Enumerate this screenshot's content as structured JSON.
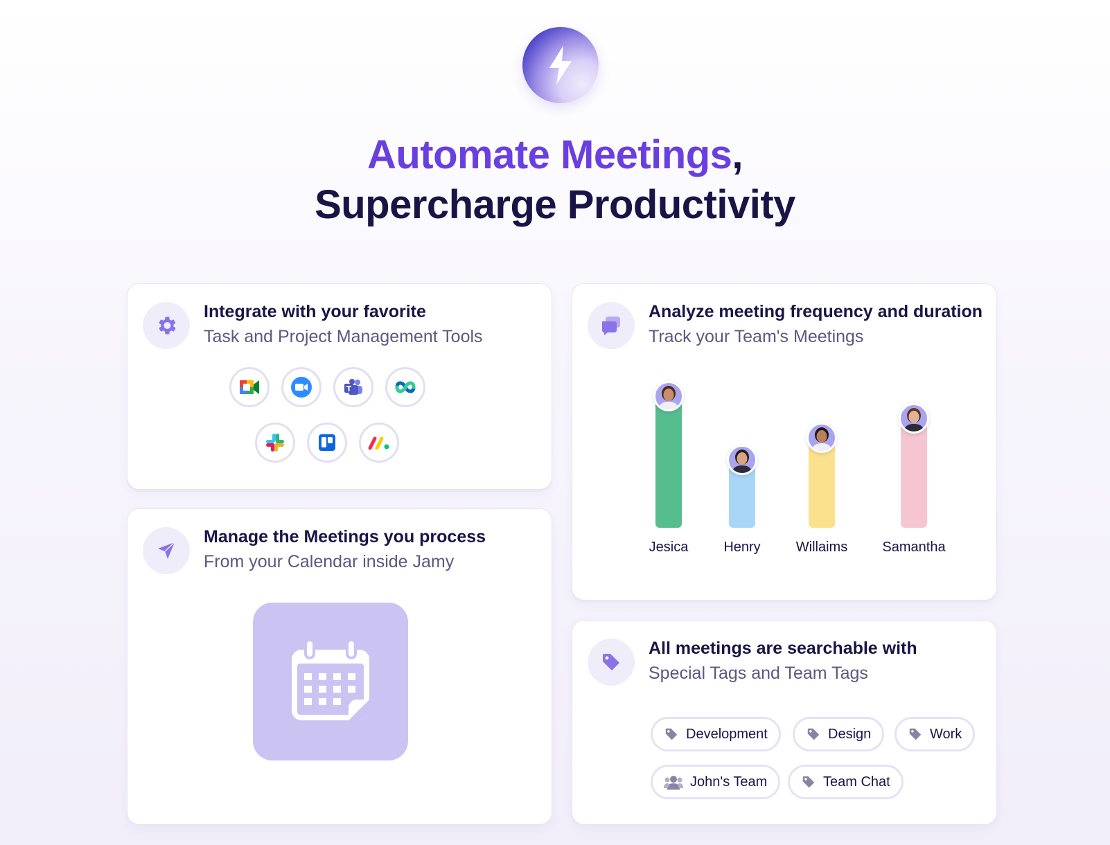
{
  "hero": {
    "accent": "Automate Meetings",
    "comma": ",",
    "line2": "Supercharge Productivity"
  },
  "cards": {
    "integrate": {
      "title": "Integrate with your favorite",
      "subtitle": "Task and Project Management Tools",
      "icon": "gear-icon",
      "tools": [
        "google-meet-icon",
        "zoom-icon",
        "microsoft-teams-icon",
        "webex-icon",
        "slack-icon",
        "trello-icon",
        "monday-icon"
      ]
    },
    "analyze": {
      "title": "Analyze meeting frequency and duration",
      "subtitle": "Track your Team's Meetings",
      "icon": "chat-bubbles-icon"
    },
    "manage": {
      "title": "Manage the Meetings you process",
      "subtitle": "From your Calendar inside Jamy",
      "icon": "paper-plane-icon",
      "illustration": "calendar-icon"
    },
    "search": {
      "title": "All meetings are searchable with",
      "subtitle": "Special Tags and Team Tags",
      "icon": "tag-icon",
      "tags": [
        {
          "label": "Development",
          "icon": "tag-icon"
        },
        {
          "label": "Design",
          "icon": "tag-icon"
        },
        {
          "label": "Work",
          "icon": "tag-icon"
        },
        {
          "label": "John's Team",
          "icon": "team-icon"
        },
        {
          "label": "Team Chat",
          "icon": "tag-icon"
        }
      ]
    }
  },
  "chart_data": {
    "type": "bar",
    "categories": [
      "Jesica",
      "Henry",
      "Willaims",
      "Samantha"
    ],
    "values": [
      92,
      46,
      62,
      76
    ],
    "ylim": [
      0,
      100
    ],
    "colors": [
      "#56bd8f",
      "#a9d6f7",
      "#fbe08e",
      "#f6c6d0"
    ],
    "grid": false
  },
  "colors": {
    "accent": "#6a3fe0",
    "navy": "#1a1446",
    "icon_bg": "#efedfa",
    "icon_fg": "#8a72e8",
    "calendar_bg": "#cbc4f3"
  }
}
